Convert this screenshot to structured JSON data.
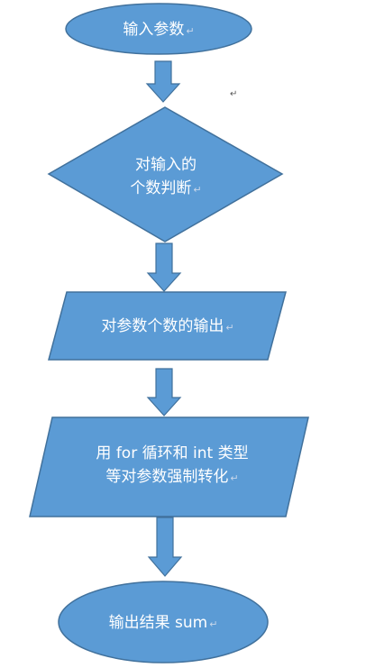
{
  "flowchart": {
    "colors": {
      "fill": "#5b9bd5",
      "stroke": "#41719c",
      "text": "#ffffff"
    },
    "stray_mark": "↵",
    "nodes": [
      {
        "id": "start",
        "shape": "ellipse",
        "lines": [
          "输入参数"
        ]
      },
      {
        "id": "decision",
        "shape": "diamond",
        "lines": [
          "对输入的",
          "个数判断"
        ]
      },
      {
        "id": "output-count",
        "shape": "parallelogram",
        "lines": [
          "对参数个数的输出"
        ]
      },
      {
        "id": "convert",
        "shape": "parallelogram",
        "lines": [
          "用 for 循环和 int 类型",
          "等对参数强制转化"
        ]
      },
      {
        "id": "end",
        "shape": "ellipse",
        "lines": [
          "输出结果 sum"
        ]
      }
    ],
    "arrows": [
      {
        "from": "start",
        "to": "decision"
      },
      {
        "from": "decision",
        "to": "output-count"
      },
      {
        "from": "output-count",
        "to": "convert"
      },
      {
        "from": "convert",
        "to": "end"
      }
    ]
  }
}
